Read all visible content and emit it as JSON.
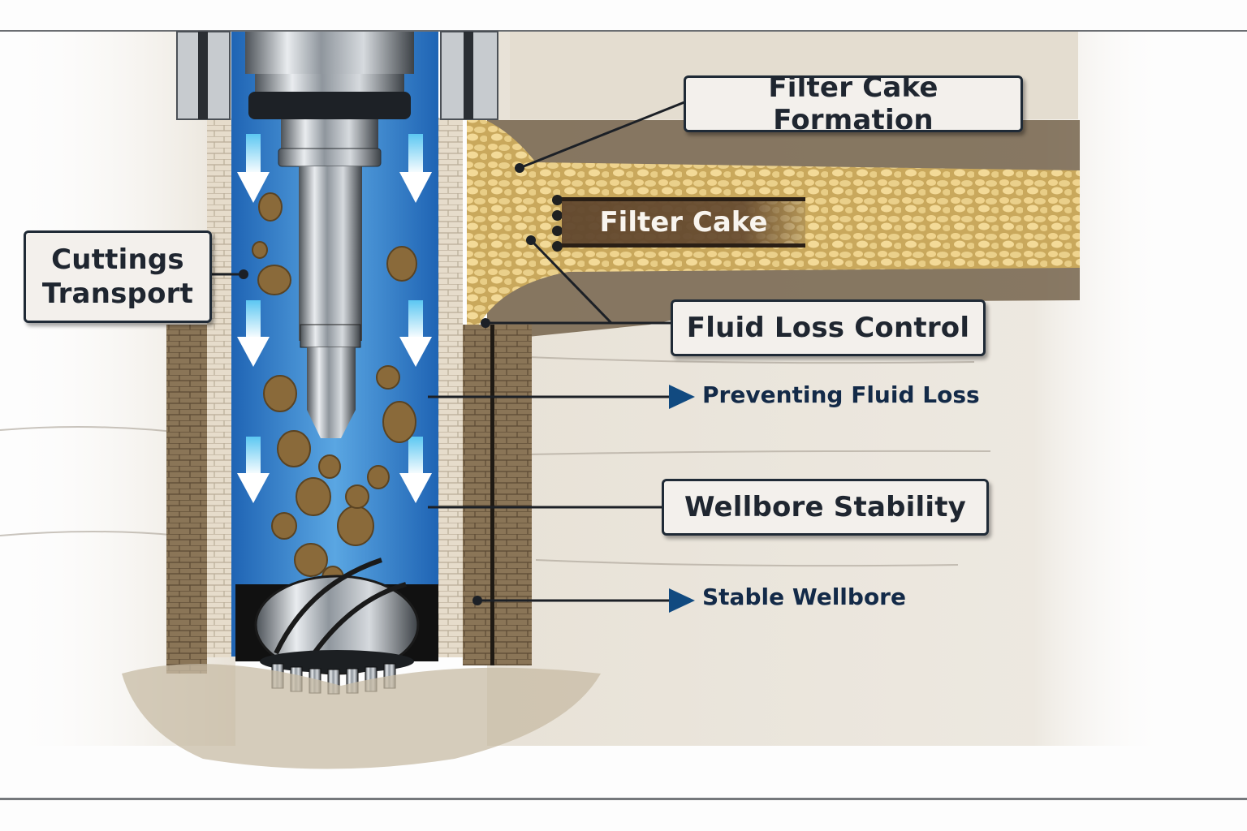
{
  "diagram": {
    "subject": "Drilling fluid functions in a wellbore",
    "callouts": {
      "filter_cake_formation": "Filter Cake Formation",
      "cuttings_transport_line1": "Cuttings",
      "cuttings_transport_line2": "Transport",
      "fluid_loss_control": "Fluid Loss Control",
      "wellbore_stability": "Wellbore Stability"
    },
    "inline_labels": {
      "filter_cake": "Filter Cake",
      "preventing_fluid_loss": "Preventing Fluid Loss",
      "stable_wellbore": "Stable Wellbore"
    },
    "illustration_parts": [
      "drill-string",
      "casing",
      "drilling-fluid-annulus",
      "downward-flow-arrows",
      "rock-cuttings",
      "drill-bit",
      "filter-cake-layer",
      "rock-formation",
      "brick-lined-wellbore-wall"
    ],
    "colors": {
      "callout_fill": "#f3f0ec",
      "callout_border": "#1f2a36",
      "callout_text": "#1f2630",
      "sub_label_text": "#132a48",
      "pointer_arrow": "#114a80",
      "fluid_blue": "#2f7cc8",
      "filter_cake_yellow": "#e6c77a",
      "banner_brown": "#60462d",
      "steel": "#9aa0a6",
      "cuttings_brown": "#8a6a3a",
      "formation_beige": "#e7e1d6"
    }
  }
}
